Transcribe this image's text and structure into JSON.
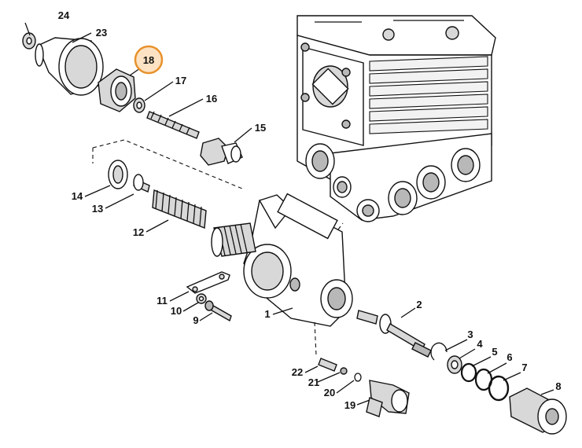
{
  "diagram": {
    "highlight_color": "#e8912c",
    "highlight_fill": "#fde3c4",
    "highlighted_part": "18",
    "callouts": {
      "c1": "1",
      "c2": "2",
      "c3": "3",
      "c4": "4",
      "c5": "5",
      "c6": "6",
      "c7": "7",
      "c8": "8",
      "c9": "9",
      "c10": "10",
      "c11": "11",
      "c12": "12",
      "c13": "13",
      "c14": "14",
      "c15": "15",
      "c16": "16",
      "c17": "17",
      "c18": "18",
      "c19": "19",
      "c20": "20",
      "c21": "21",
      "c22": "22",
      "c23": "23",
      "c24": "24"
    }
  }
}
